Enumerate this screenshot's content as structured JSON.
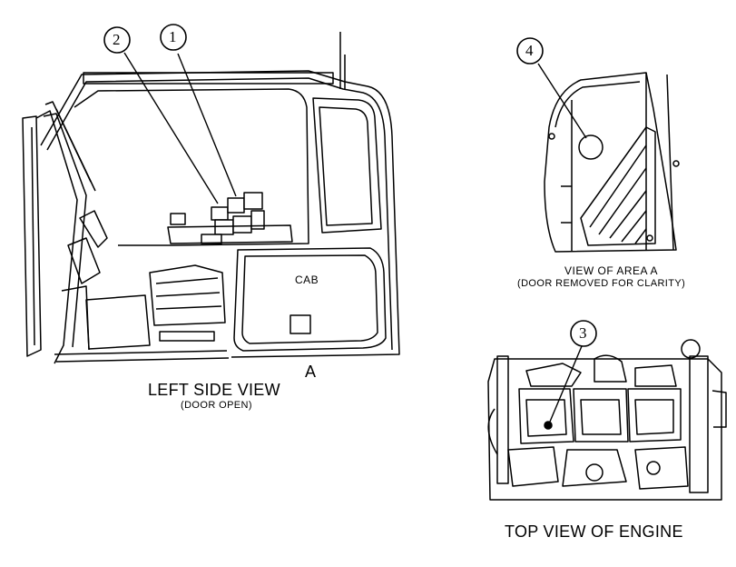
{
  "callouts": {
    "c1": "1",
    "c2": "2",
    "c3": "3",
    "c4": "4"
  },
  "left_view": {
    "title": "LEFT SIDE VIEW",
    "subtitle": "(DOOR OPEN)",
    "cab_label": "CAB",
    "area_marker": "A"
  },
  "area_view": {
    "title": "VIEW OF AREA A",
    "subtitle": "(DOOR REMOVED FOR CLARITY)"
  },
  "engine_view": {
    "title": "TOP VIEW OF ENGINE"
  }
}
